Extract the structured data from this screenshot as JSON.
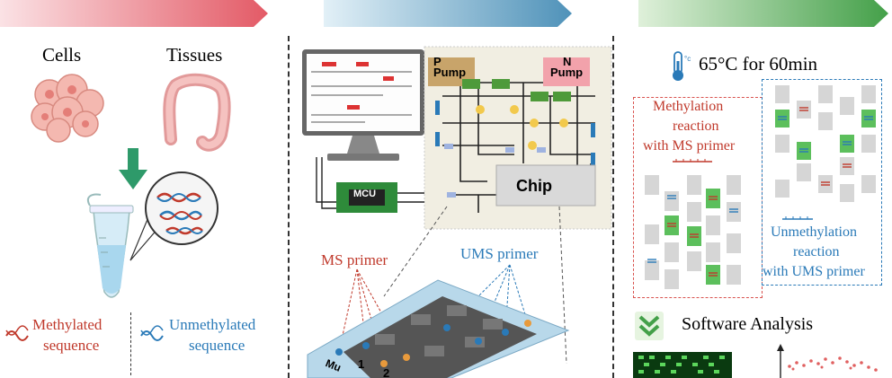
{
  "colors": {
    "banner1": "#e35a66",
    "banner2": "#4f92b9",
    "banner3": "#44a049",
    "methylated": "#c0392b",
    "unmethylated": "#2a7ab8",
    "pump_p": "#c8a46a",
    "pump_n": "#f2a2ab",
    "valve": "#4e9a3a",
    "junction": "#f2c94c",
    "mcu": "#2e8b3a"
  },
  "panel1": {
    "cells_label": "Cells",
    "tissues_label": "Tissues",
    "methylated_label_line1": "Methylated",
    "methylated_label_line2": "sequence",
    "unmethylated_label_line1": "Unmethylated",
    "unmethylated_label_line2": "sequence"
  },
  "panel2": {
    "pump_p_line1": "P",
    "pump_p_line2": "Pump",
    "pump_n_line1": "N",
    "pump_n_line2": "Pump",
    "chip_label": "Chip",
    "mcu_label": "MCU",
    "ms_primer_label": "MS primer",
    "ums_primer_label": "UMS primer",
    "well_1": "1",
    "well_2": "2",
    "chip_edge_text": "Mu"
  },
  "panel3": {
    "thermometer_icon": "thermometer-icon",
    "condition_label": "65°C for 60min",
    "methylation_reaction_line1": "Methylation",
    "methylation_reaction_line2": "reaction",
    "methylation_reaction_line3": "with MS primer",
    "unmethylation_reaction_line1": "Unmethylation",
    "unmethylation_reaction_line2": "reaction",
    "unmethylation_reaction_line3": "with UMS primer",
    "software_icon": "double-chevron-down-icon",
    "software_label": "Software Analysis"
  }
}
